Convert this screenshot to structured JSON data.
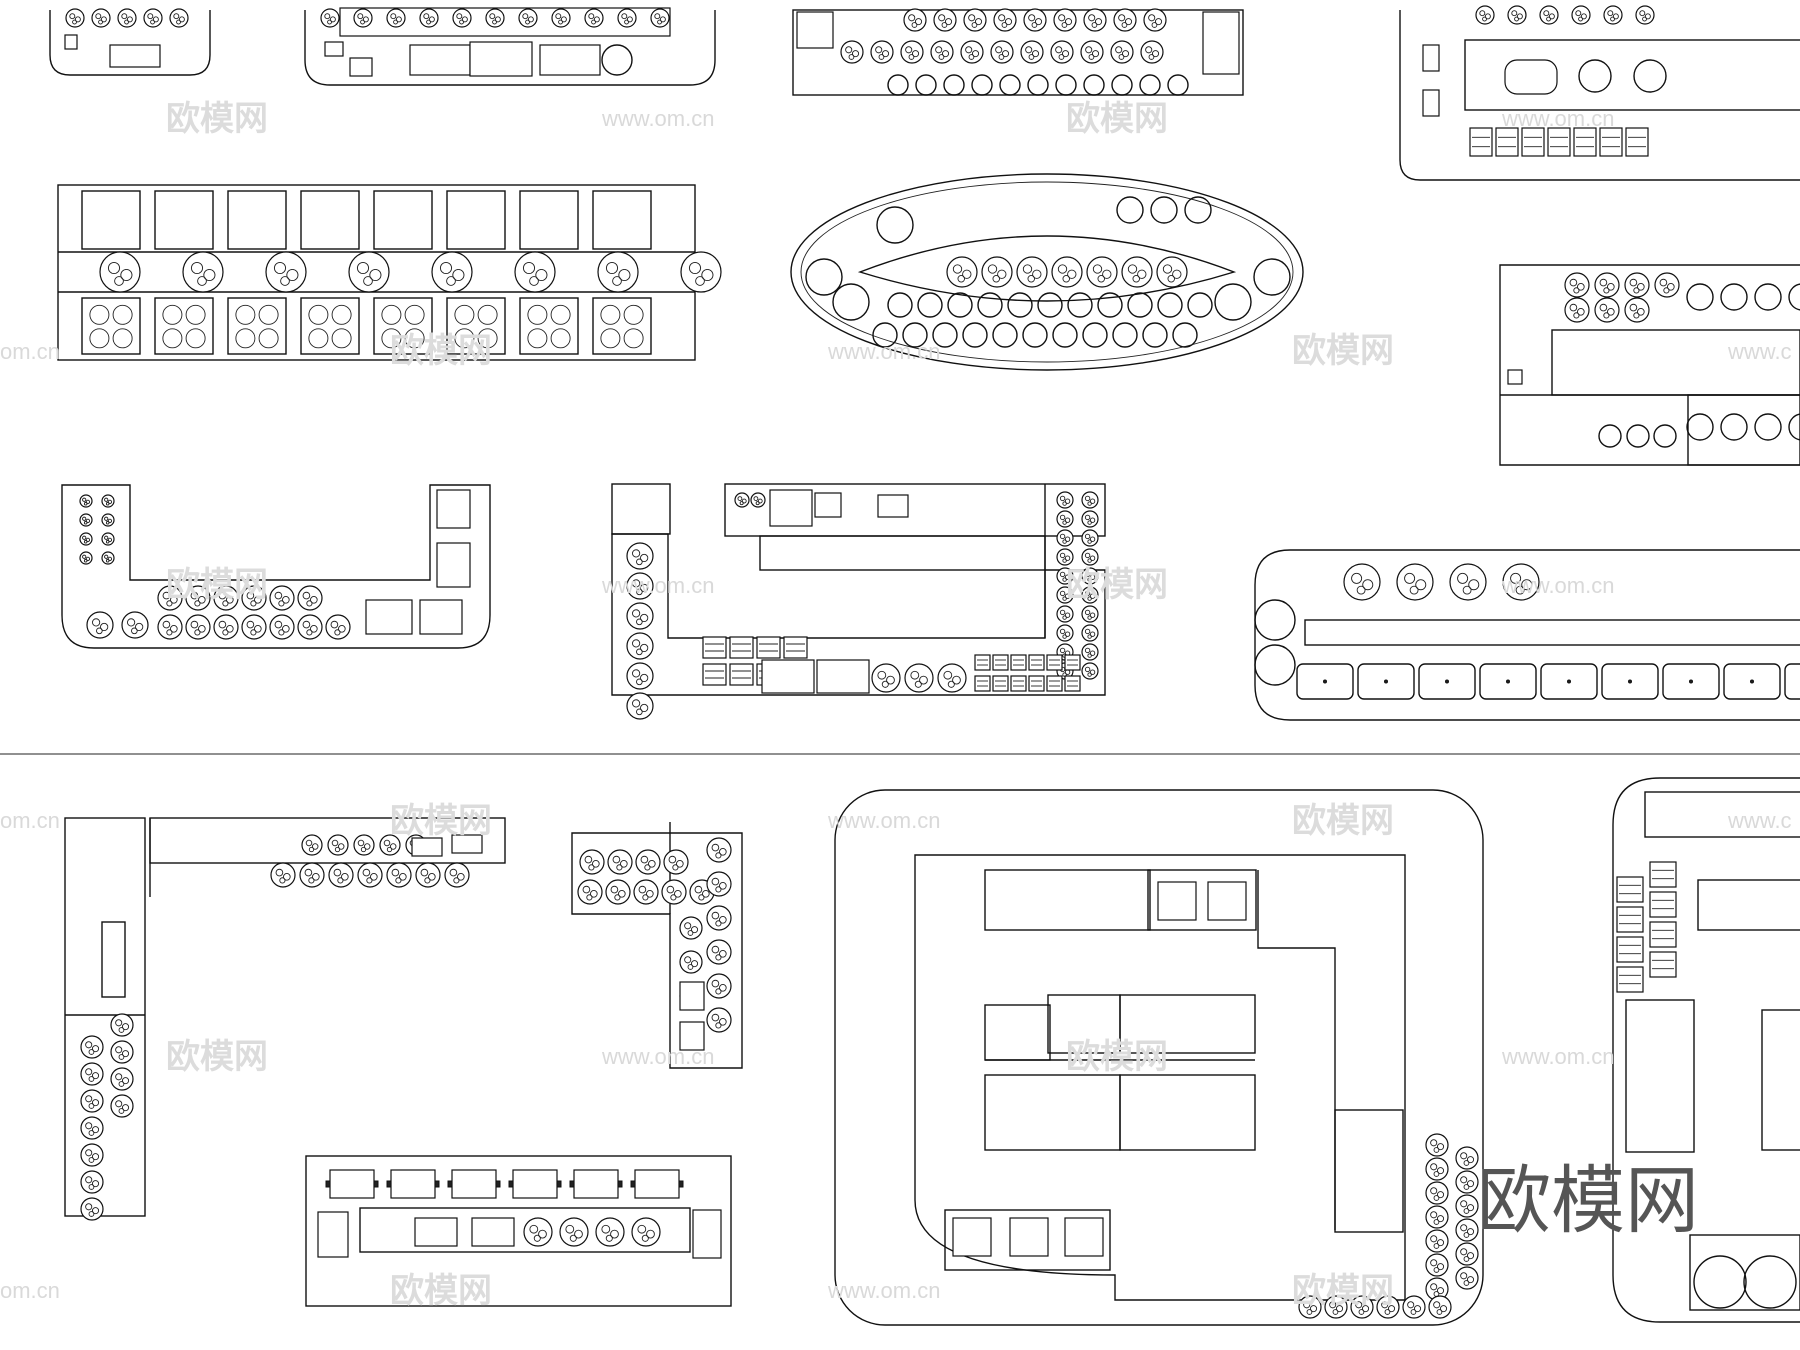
{
  "watermark": {
    "site": "www.om.cn",
    "site_partial_left": "om.cn",
    "site_partial_right": "www.c",
    "brand": "欧模网"
  },
  "colors": {
    "line": "#111111",
    "watermark": "#d9d9d9",
    "brand": "#555555"
  }
}
